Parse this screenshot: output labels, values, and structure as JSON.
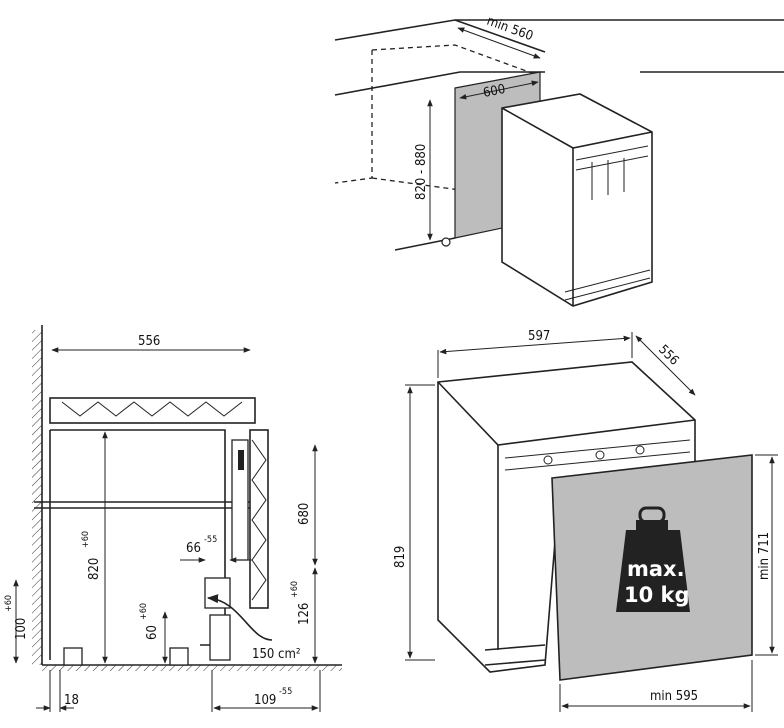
{
  "top_view": {
    "dim_min_560": "min 560",
    "dim_600": "600",
    "dim_820_880": "820 - 880"
  },
  "side_view": {
    "dim_556": "556",
    "dim_680": "680",
    "dim_820": "820",
    "dim_820_sup": "+60",
    "dim_66": "66",
    "dim_66_sup": "-55",
    "dim_60": "60",
    "dim_60_sup": "+60",
    "dim_126": "126",
    "dim_126_sup": "+60",
    "dim_100": "100",
    "dim_100_sup": "+60",
    "dim_18": "18",
    "dim_109": "109",
    "dim_109_sup": "-55",
    "vent_area": "150 cm²"
  },
  "front_view": {
    "dim_597": "597",
    "dim_556": "556",
    "dim_819": "819",
    "dim_min_711": "min 711",
    "dim_min_595": "min 595",
    "weight_line1": "max.",
    "weight_line2": "10 kg"
  }
}
